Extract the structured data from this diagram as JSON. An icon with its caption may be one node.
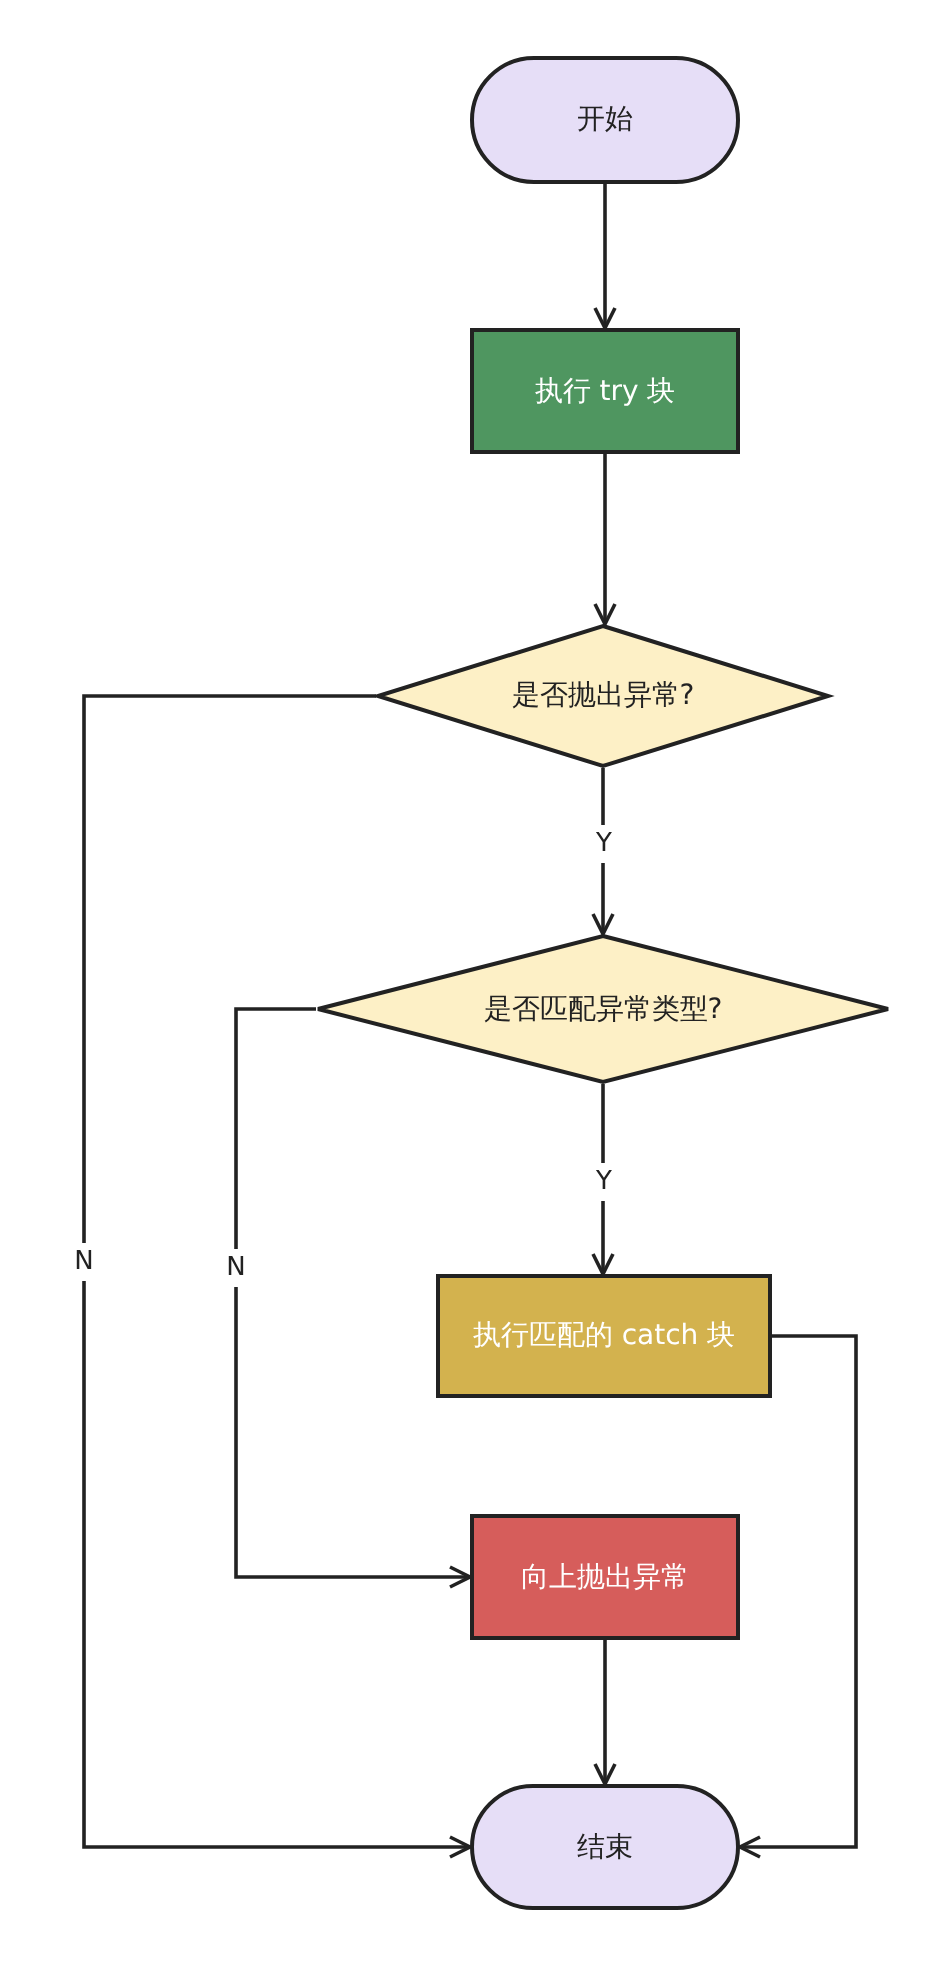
{
  "diagram": {
    "nodes": [
      {
        "text": [
          "开始"
        ]
      },
      {
        "text": [
          "执行 try 块"
        ]
      },
      {
        "text": [
          "是否抛出异常?"
        ]
      },
      {
        "text": [
          "是否匹配异常类型?"
        ]
      },
      {
        "text": [
          "执行匹配的 catch 块"
        ]
      },
      {
        "text": [
          "向上抛出异常"
        ]
      },
      {
        "text": [
          "结束"
        ]
      }
    ],
    "edges": [
      {
        "from": 0,
        "to": 1,
        "arrow": "to"
      },
      {
        "from": 1,
        "to": 2,
        "arrow": "to"
      },
      {
        "from": 2,
        "to": 3,
        "arrow": "to",
        "label": "Y"
      },
      {
        "from": 3,
        "to": 4,
        "arrow": "to",
        "label": "Y"
      },
      {
        "from": 2,
        "to": 6,
        "arrow": "to",
        "label": "N"
      },
      {
        "from": 3,
        "to": 5,
        "arrow": "to",
        "label": "N"
      },
      {
        "from": 4,
        "to": 6,
        "arrow": "to"
      },
      {
        "from": 5,
        "to": 6,
        "arrow": "to"
      }
    ]
  }
}
